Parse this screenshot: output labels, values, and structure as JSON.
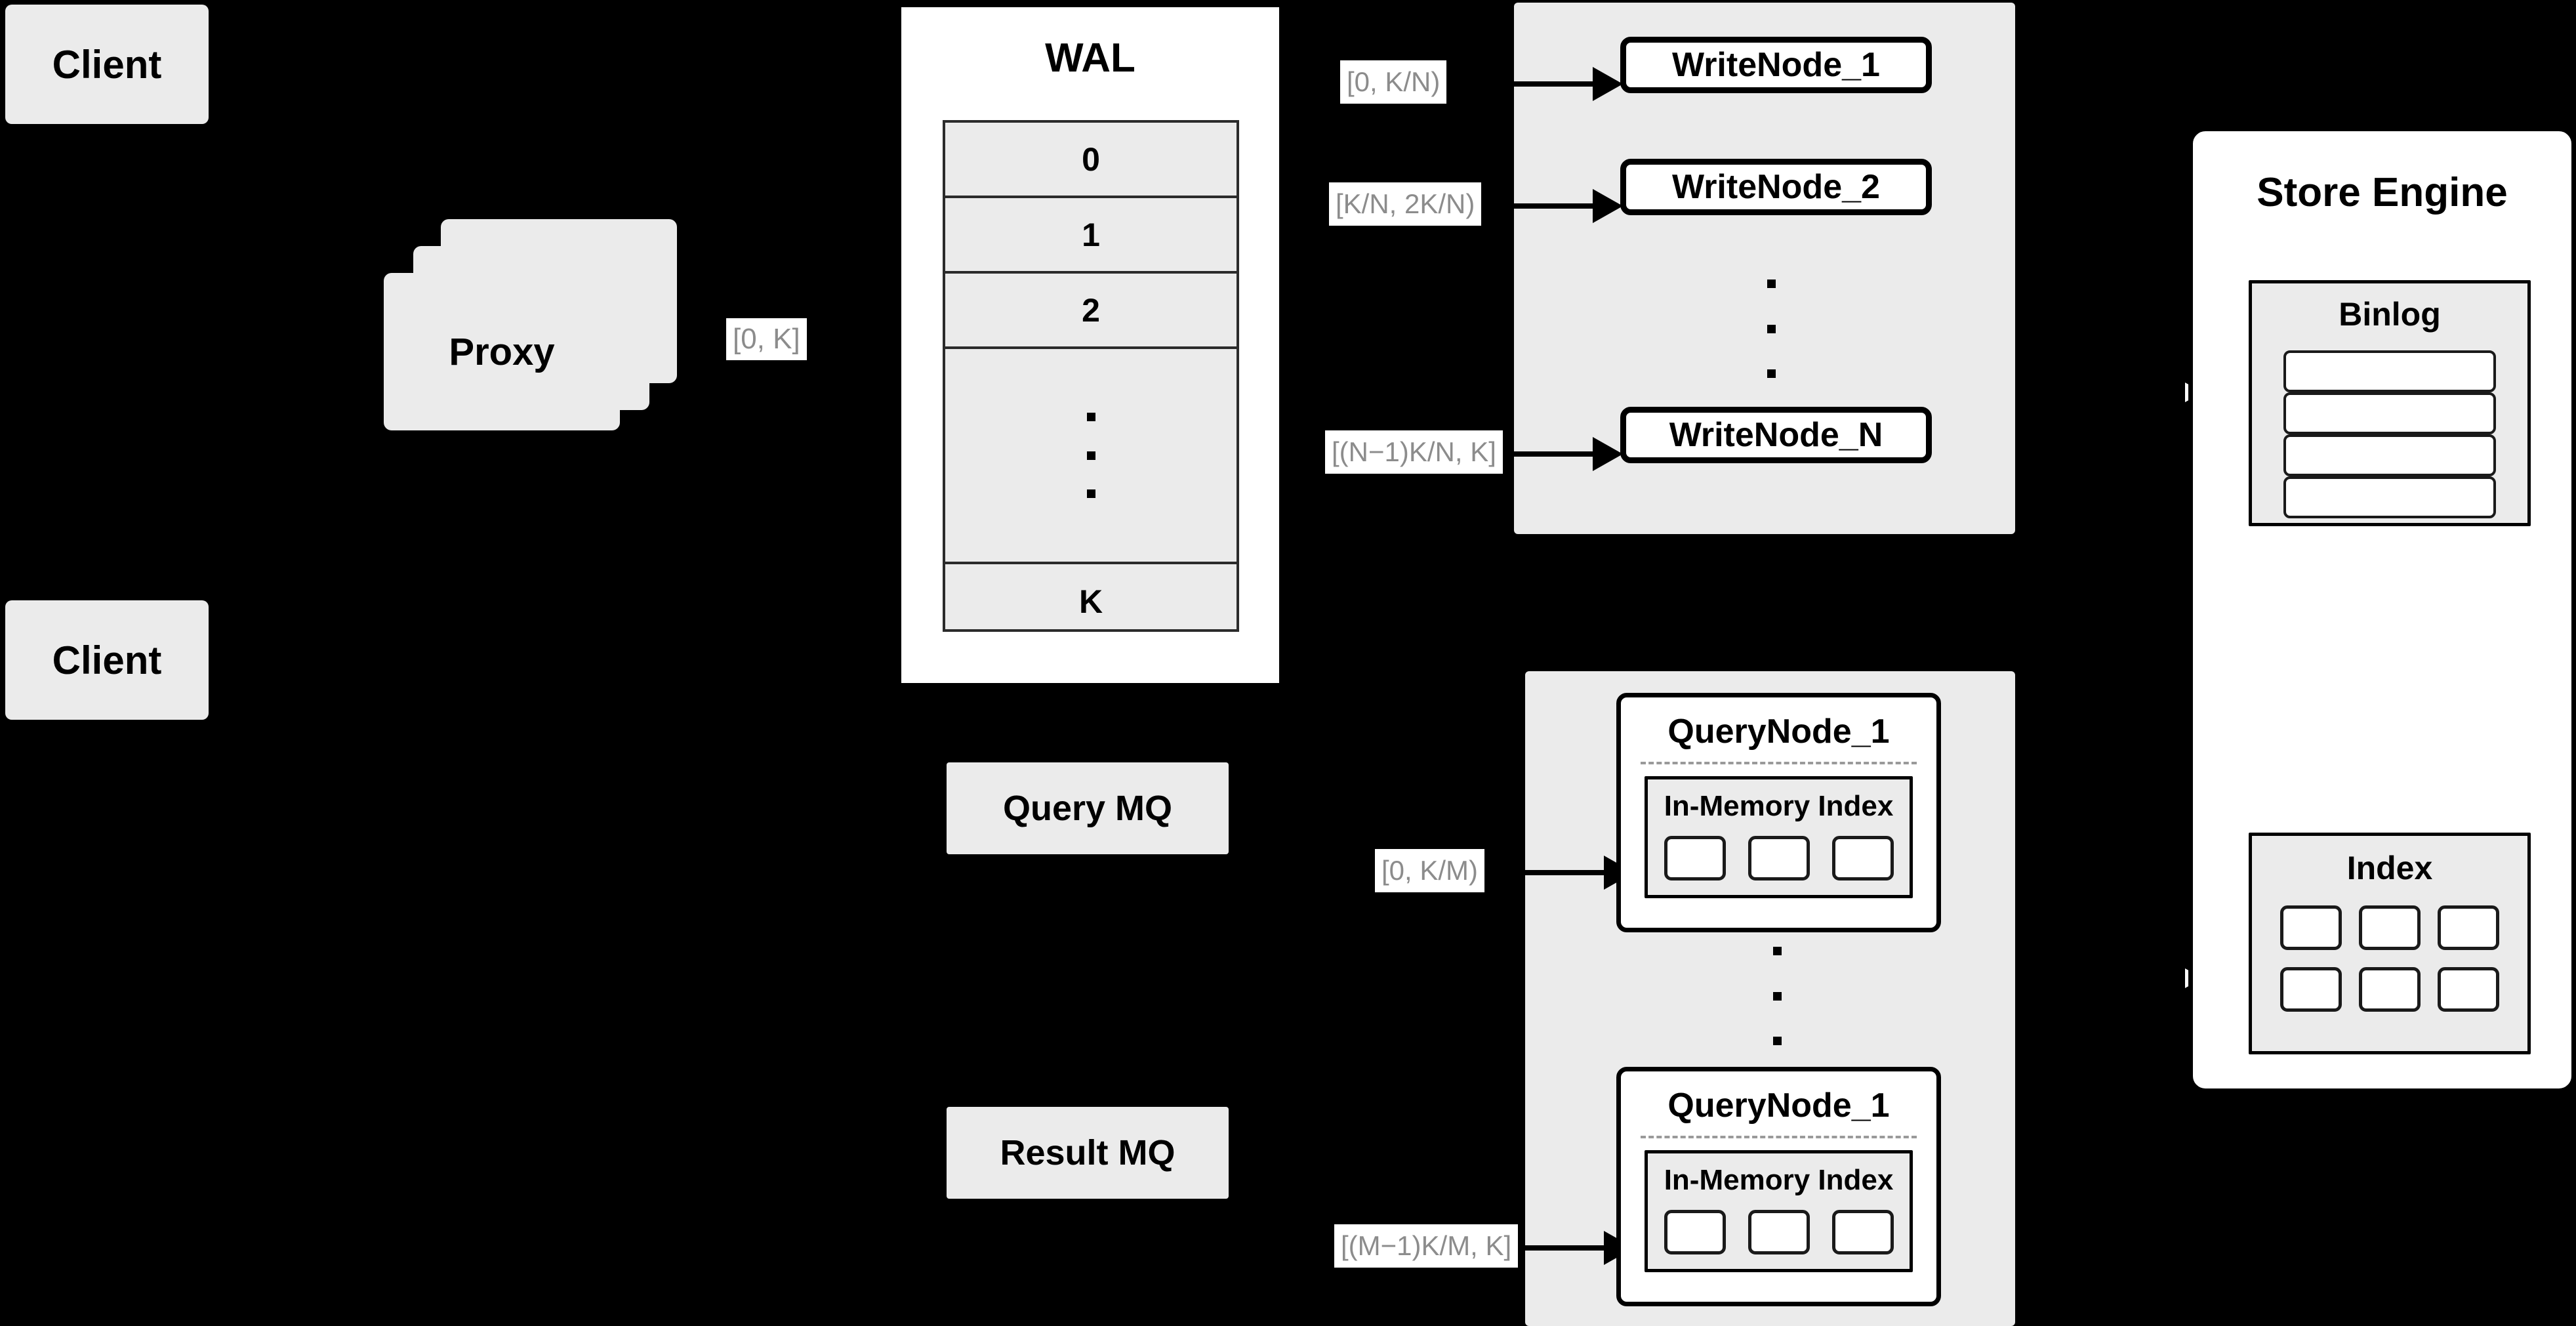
{
  "diagram": {
    "clients": [
      {
        "label": "Client"
      },
      {
        "label": "Client"
      }
    ],
    "proxy": {
      "label": "Proxy"
    },
    "wal": {
      "title": "WAL",
      "rows": [
        "0",
        "1",
        "2",
        "",
        "K"
      ],
      "ellipsis": "·"
    },
    "edge_labels": {
      "proxy_to_wal": "[0, K]",
      "write_1": "[0,  K/N)",
      "write_2": "[K/N, 2K/N)",
      "write_n": "[(N−1)K/N,  K]",
      "query_1": "[0, K/M)",
      "query_m": "[(M−1)K/M, K]"
    },
    "write_nodes": [
      {
        "label": "WriteNode_1"
      },
      {
        "label": "WriteNode_2"
      },
      {
        "label": "WriteNode_N"
      }
    ],
    "query_nodes": [
      {
        "label": "QueryNode_1",
        "index_title": "In-Memory Index",
        "cells": 3
      },
      {
        "label": "QueryNode_1",
        "index_title": "In-Memory Index",
        "cells": 3
      }
    ],
    "queues": [
      {
        "label": "Query MQ"
      },
      {
        "label": "Result MQ"
      }
    ],
    "store_engine": {
      "title": "Store Engine",
      "binlog": {
        "title": "Binlog",
        "rows": 4
      },
      "index": {
        "title": "Index",
        "rows": 2,
        "cols": 3
      }
    },
    "colors": {
      "background": "#000000",
      "surface_gray": "#ebebeb",
      "surface_white": "#ffffff",
      "stroke": "#000000",
      "label_text": "#8c8c8c"
    }
  }
}
